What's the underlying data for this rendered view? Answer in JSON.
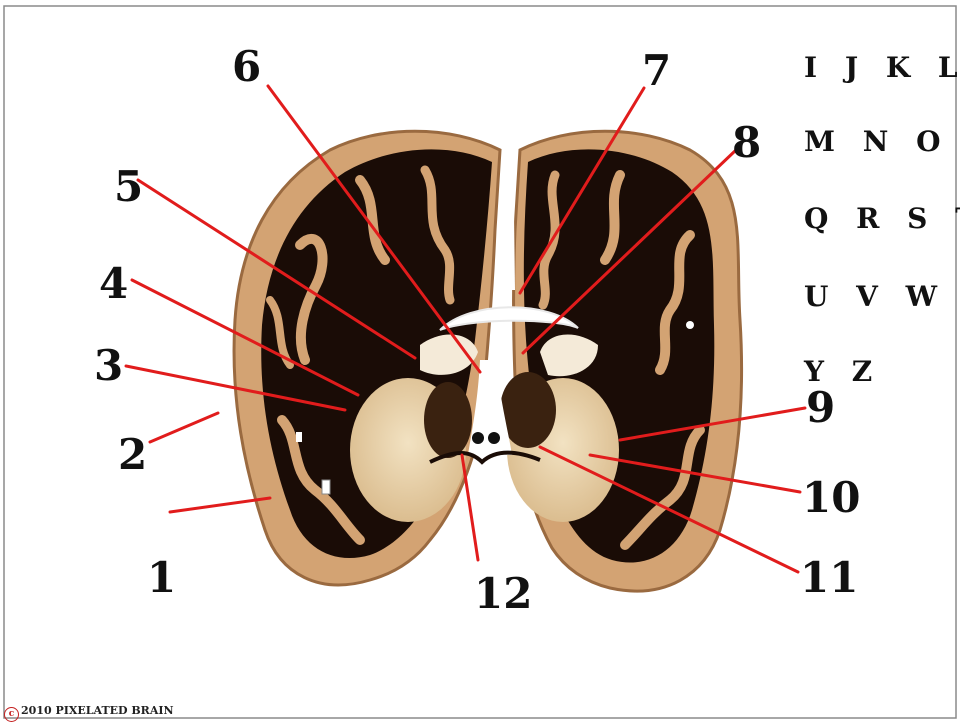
{
  "labels": [
    "1",
    "2",
    "3",
    "4",
    "5",
    "6",
    "7",
    "8",
    "9",
    "10",
    "11",
    "12"
  ],
  "answer_rows": [
    "I J K L",
    "M N O P",
    "Q R S T",
    "U V W X",
    "Y Z"
  ],
  "copyright": {
    "symbol": "c",
    "text": "2010 PIXELATED BRAIN"
  },
  "colors": {
    "pointer": "#e11c1c",
    "white_matter": "#150b05",
    "gray_matter": "#c4956a",
    "nuclei": "#e8d2a8",
    "background": "#ffffff"
  }
}
